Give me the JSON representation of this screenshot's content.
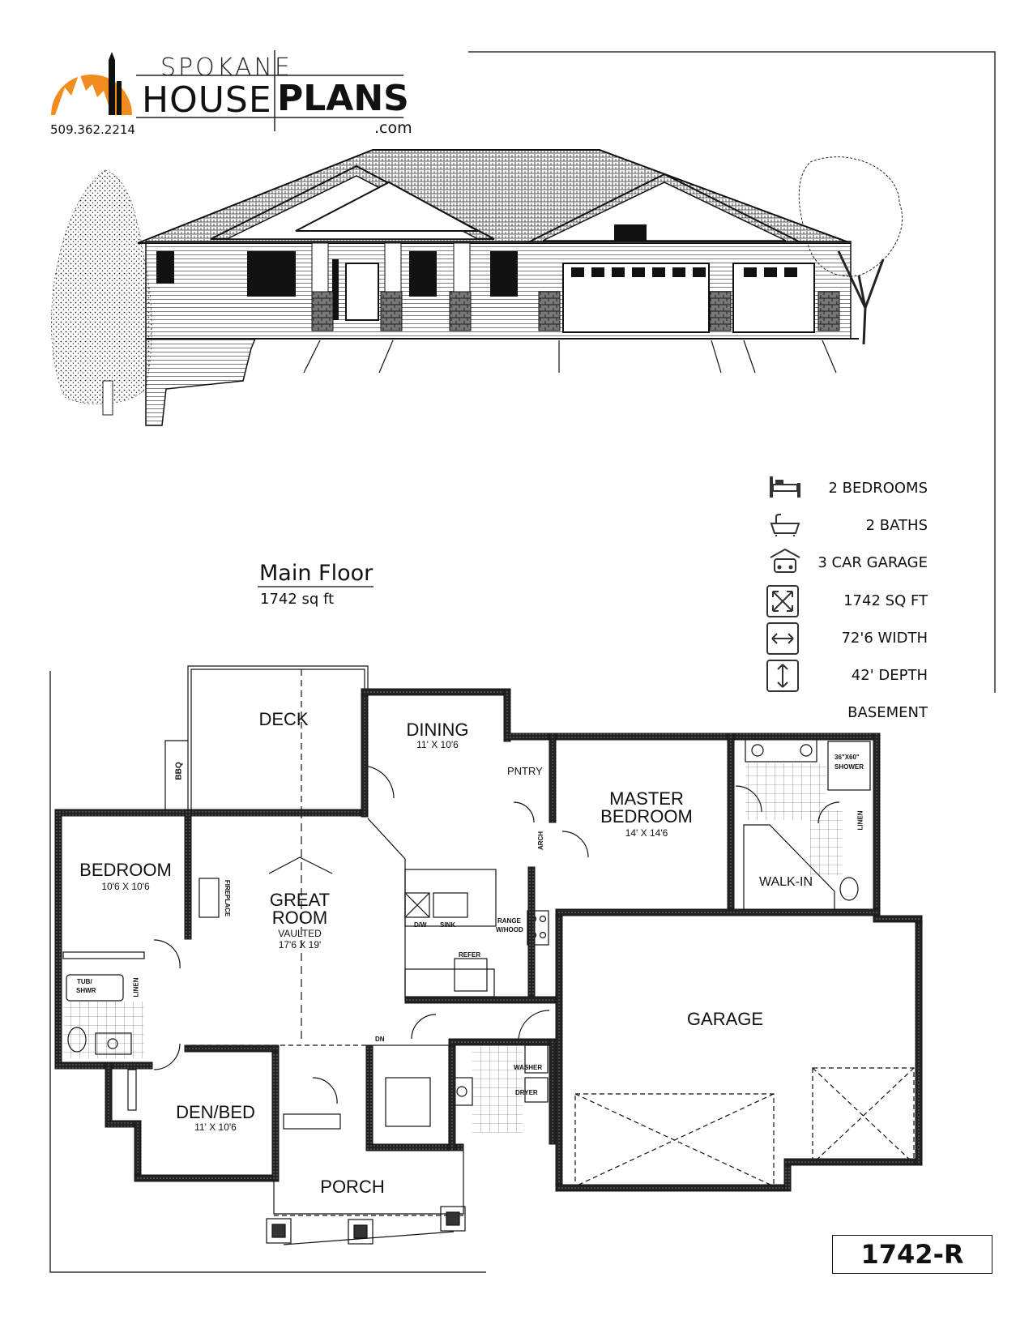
{
  "logo": {
    "brand_top": "SPOKANE",
    "brand_left": "HOUSE",
    "brand_right": "PLANS",
    "brand_suffix": ".com",
    "phone": "509.362.2214",
    "accent_color": "#F28C1E"
  },
  "features": [
    {
      "icon": "bed-icon",
      "label": "2 BEDROOMS"
    },
    {
      "icon": "bathtub-icon",
      "label": "2 BATHS"
    },
    {
      "icon": "garage-car-icon",
      "label": "3 CAR GARAGE"
    },
    {
      "icon": "expand-arrows-icon",
      "label": "1742 SQ FT"
    },
    {
      "icon": "width-arrow-icon",
      "label": "72'6 WIDTH"
    },
    {
      "icon": "depth-arrow-icon",
      "label": "42' DEPTH"
    },
    {
      "icon": "",
      "label": "BASEMENT"
    }
  ],
  "floor": {
    "title": "Main Floor",
    "sqft": "1742 sq ft"
  },
  "rooms": {
    "deck": "DECK",
    "dining": "DINING",
    "dining_dim": "11' X 10'6",
    "pantry": "PNTRY",
    "master_1": "MASTER",
    "master_2": "BEDROOM",
    "master_dim": "14' X 14'6",
    "bedroom": "BEDROOM",
    "bedroom_dim": "10'6 X 10'6",
    "great_1": "GREAT",
    "great_2": "ROOM",
    "great_vaulted": "VAULTED",
    "great_dim": "17'6 X 19'",
    "walkin": "WALK-IN",
    "garage": "GARAGE",
    "den": "DEN/BED",
    "den_dim": "11' X 10'6",
    "porch": "PORCH",
    "bbq": "BBQ",
    "fireplace": "FIREPLACE",
    "dw": "D/W",
    "sink": "SINK",
    "range_1": "RANGE",
    "range_2": "W/HOOD",
    "refer": "REFER",
    "arch": "ARCH",
    "tub_1": "TUB/",
    "tub_2": "SHWR",
    "linen": "LINEN",
    "washer": "WASHER",
    "dryer": "DRYER",
    "dn": "DN",
    "shower_1": "36\"X60\"",
    "shower_2": "SHOWER"
  },
  "plan_id": "1742-R"
}
